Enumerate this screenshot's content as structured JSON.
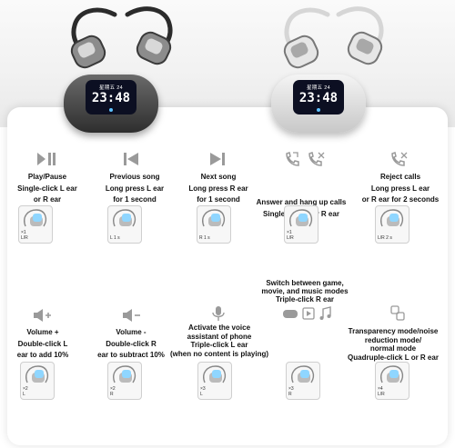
{
  "cases": [
    {
      "date": "星期五 24",
      "time": "23:48"
    },
    {
      "date": "星期五 24",
      "time": "23:48"
    }
  ],
  "functions": [
    {
      "title": "Play/Pause",
      "lines": [
        "Single-click L ear",
        "or R ear"
      ],
      "icon": "play-pause-icon",
      "tag": [
        "×1",
        "L/R"
      ]
    },
    {
      "title": "Previous song",
      "lines": [
        "Long press L ear",
        "for 1 second"
      ],
      "icon": "previous-track-icon",
      "tag": [
        "L 1 s",
        ""
      ]
    },
    {
      "title": "Next song",
      "lines": [
        "Long press R ear",
        "for 1 second"
      ],
      "icon": "next-track-icon",
      "tag": [
        "R 1 s",
        ""
      ]
    },
    {
      "title": "Answer and hang up calls",
      "lines": [
        "Single-click L or R ear"
      ],
      "icon": "answer-hangup-phone-icon",
      "tag": [
        "×1",
        "L/R"
      ]
    },
    {
      "title": "Reject calls",
      "lines": [
        "Long press L ear",
        "or R ear for 2 seconds"
      ],
      "icon": "reject-call-icon",
      "tag": [
        "L/R 2 s",
        ""
      ]
    },
    {
      "title": "Volume +",
      "lines": [
        "Double-click L",
        "ear to add 10%"
      ],
      "icon": "volume-up-icon",
      "tag": [
        "×2",
        "L"
      ]
    },
    {
      "title": "Volume -",
      "lines": [
        "Double-click R",
        "ear to subtract 10%"
      ],
      "icon": "volume-down-icon",
      "tag": [
        "×2",
        "R"
      ]
    },
    {
      "title": "Activate the voice",
      "lines": [
        "assistant of phone",
        "Triple-click L ear",
        "(when no content is playing)"
      ],
      "icon": "microphone-icon",
      "tag": [
        "×3",
        "L"
      ]
    },
    {
      "title": "Switch between game,",
      "lines": [
        "movie, and music modes",
        "Triple-click R ear"
      ],
      "icon": "game-movie-music-icon",
      "tag": [
        "×3",
        "R"
      ]
    },
    {
      "title": "Transparency mode/noise",
      "lines": [
        "reduction mode/",
        "normal mode",
        "Quadruple-click L or R ear"
      ],
      "icon": "transparency-mode-icon",
      "tag": [
        "×4",
        "L/R"
      ]
    }
  ]
}
